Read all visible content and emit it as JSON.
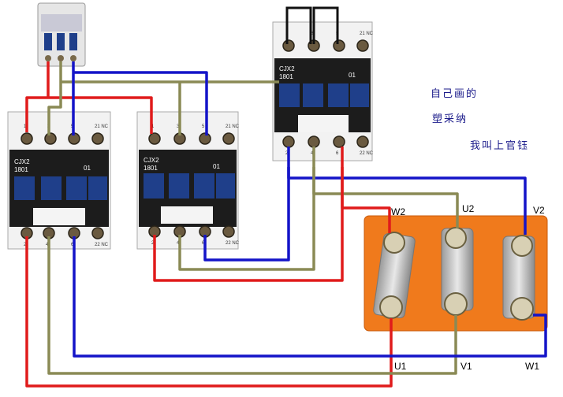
{
  "contactors": [
    {
      "model": "CJX2",
      "number": "1801",
      "label": "01",
      "top_terminals": [
        "1",
        "3",
        "5",
        "21 NC"
      ],
      "bottom_terminals": [
        "2",
        "4",
        "6",
        "22 NC"
      ]
    },
    {
      "model": "CJX2",
      "number": "1801",
      "label": "01",
      "top_terminals": [
        "1",
        "3",
        "5",
        "21 NC"
      ],
      "bottom_terminals": [
        "2",
        "4",
        "6",
        "22 NC"
      ]
    },
    {
      "model": "CJX2",
      "number": "1801",
      "label": "01",
      "top_terminals": [
        "1",
        "3",
        "5",
        "21 NC"
      ],
      "bottom_terminals": [
        "2",
        "4",
        "6",
        "22 NC"
      ]
    }
  ],
  "motor_terminals": {
    "top": [
      "W2",
      "U2",
      "V2"
    ],
    "bottom": [
      "U1",
      "V1",
      "W1"
    ]
  },
  "notes": [
    "自己画的",
    "塑采纳",
    "我叫上官钰"
  ],
  "colors": {
    "red": "#e01b1b",
    "olive": "#8a8a55",
    "blue": "#1414c8",
    "black": "#111111",
    "terminal_block": "#f07a1c",
    "contactor_body": "#f2f2f2",
    "contactor_dark": "#1c1c1c",
    "button_blue": "#1f3f8a"
  }
}
